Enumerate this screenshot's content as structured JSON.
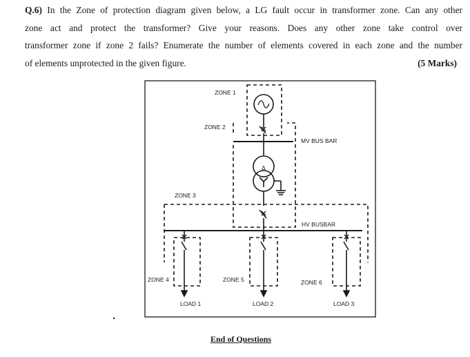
{
  "question": {
    "number": "Q.6)",
    "line1": "In the Zone of protection diagram given below, a LG fault occur in transformer zone. Can any other",
    "line2": "zone act and protect the transformer? Give your reasons. Does any other zone take control over",
    "line3": "transformer zone if zone 2 fails? Enumerate the number of elements covered in each zone and the number",
    "line4": "of elements unprotected in the given figure.",
    "marks": "(5 Marks)"
  },
  "diagram": {
    "zones": [
      "ZONE 1",
      "ZONE 2",
      "ZONE 3",
      "ZONE 4",
      "ZONE 5",
      "ZONE 6"
    ],
    "buses": {
      "mv": "MV BUS BAR",
      "hv": "HV BUSBAR"
    },
    "loads": [
      "LOAD 1",
      "LOAD 2",
      "LOAD 3"
    ],
    "generator_symbol": "~",
    "transformer_symbol": "Δ"
  },
  "footer": {
    "end_text": "End of Questions"
  }
}
